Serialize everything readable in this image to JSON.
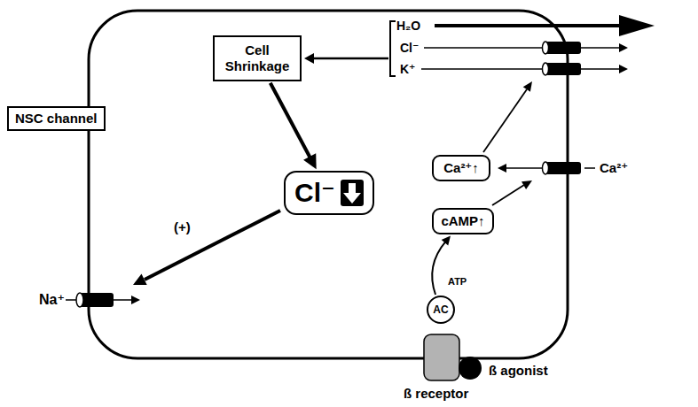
{
  "diagram": {
    "nodes": [
      {
        "text": [
          "Cell Shrinkage"
        ]
      },
      {
        "text": [
          "Cl⁻"
        ]
      },
      {
        "text": [
          "NSC channel"
        ]
      },
      {
        "text": [
          "Ca²⁺↑"
        ]
      },
      {
        "text": [
          "cAMP↑"
        ]
      },
      {
        "text": [
          "AC"
        ]
      }
    ],
    "edges": [
      {
        "from": 0,
        "to": 1,
        "arrow": "to"
      },
      {
        "from": 5,
        "to": 4,
        "arrow": "to"
      }
    ],
    "labels": [
      "H₂O",
      "Cl⁻",
      "K⁺",
      "Ca²⁺",
      "(+)",
      "Na⁺",
      "ATP",
      "ß agonist",
      "ß receptor"
    ]
  }
}
